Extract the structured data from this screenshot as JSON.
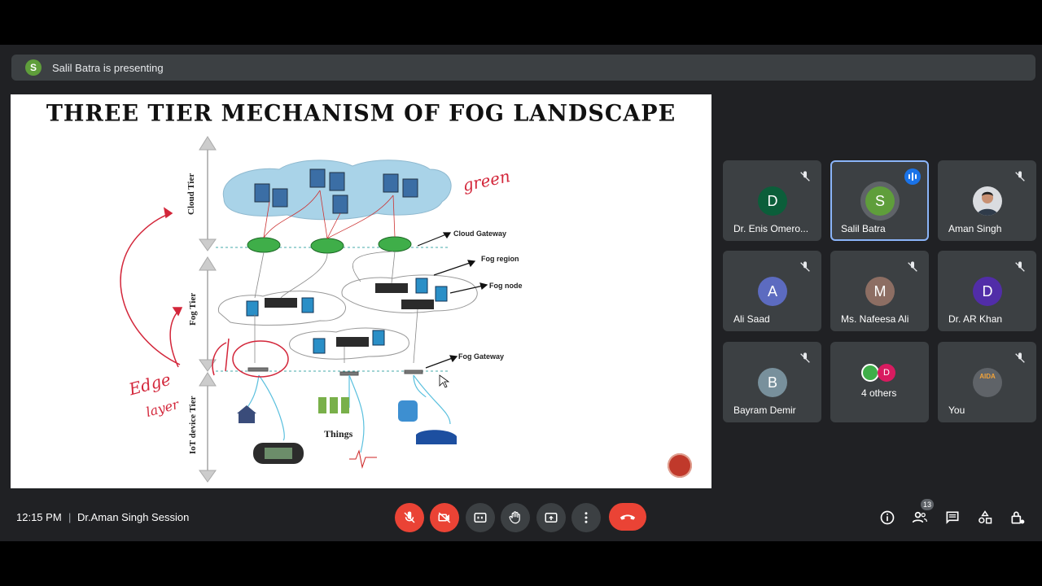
{
  "banner": {
    "avatar_letter": "S",
    "text": "Salil Batra is presenting"
  },
  "slide": {
    "title": "THREE TIER MECHANISM OF FOG LANDSCAPE",
    "tiers": [
      "Cloud Tier",
      "Fog Tier",
      "IoT device Tier"
    ],
    "labels": {
      "cloud_gateway": "Cloud Gateway",
      "fog_region": "Fog region",
      "fog_node": "Fog node",
      "fog_gateway": "Fog Gateway",
      "things": "Things"
    },
    "annotations": {
      "green": "green",
      "edge": "Edge",
      "layer": "layer"
    }
  },
  "participants": [
    {
      "name": "Dr. Enis Omero...",
      "initial": "D",
      "color": "#0b5e3a",
      "muted": true,
      "speaking": false
    },
    {
      "name": "Salil Batra",
      "initial": "S",
      "color": "#5f9e3b",
      "muted": false,
      "speaking": true
    },
    {
      "name": "Aman Singh",
      "initial": "",
      "color": "#dadce0",
      "muted": true,
      "speaking": false
    },
    {
      "name": "Ali Saad",
      "initial": "A",
      "color": "#5c6bc0",
      "muted": true,
      "speaking": false
    },
    {
      "name": "Ms. Nafeesa Ali",
      "initial": "M",
      "color": "#8d6e63",
      "muted": true,
      "speaking": false
    },
    {
      "name": "Dr. AR Khan",
      "initial": "D",
      "color": "#512da8",
      "muted": true,
      "speaking": false
    },
    {
      "name": "Bayram Demir",
      "initial": "B",
      "color": "#78909c",
      "muted": true,
      "speaking": false
    },
    {
      "name": "4 others",
      "initial": "",
      "color": "",
      "muted": false,
      "speaking": false
    },
    {
      "name": "You",
      "initial": "AIDA",
      "color": "#5f6368",
      "muted": true,
      "speaking": false
    }
  ],
  "others_avatars": [
    "",
    "D"
  ],
  "bottom": {
    "time": "12:15 PM",
    "separator": "|",
    "meeting_title": "Dr.Aman Singh Session",
    "people_count": "13"
  },
  "colors": {
    "end_call": "#ea4335",
    "accent": "#8ab4f8",
    "tile": "#3c4043"
  }
}
